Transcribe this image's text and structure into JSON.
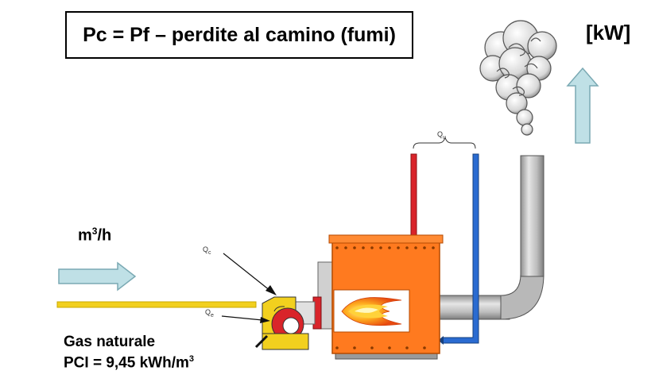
{
  "title": "Pc = Pf – perdite al camino (fumi)",
  "unit": "[kW]",
  "flow_unit": "m",
  "flow_unit_exp": "3",
  "flow_unit_tail": "/h",
  "gas_name": "Gas naturale",
  "gas_pci": "PCI = 9,45 kWh/m",
  "gas_pci_exp": "3",
  "labels": {
    "q_useful": "Q",
    "q_useful_sub": "u",
    "q_fuel": "Q",
    "q_fuel_sub": "c",
    "q_electric": "Q",
    "q_electric_sub": "e"
  },
  "colors": {
    "pipe_yellow": "#f2d01e",
    "arrow_fill": "#bfe0e6",
    "boiler_orange": "#ff7a1f",
    "supply_red": "#d9242a",
    "return_blue": "#2a6bd1",
    "flue_gray": "#c8c8c8"
  }
}
